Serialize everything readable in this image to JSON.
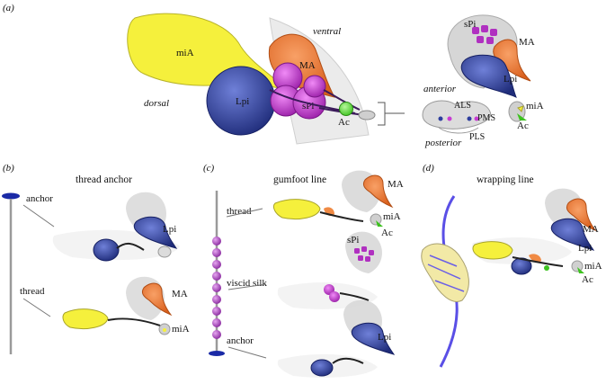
{
  "panel_a": {
    "letter": "(a)",
    "dorsal": "dorsal",
    "ventral": "ventral",
    "miA": "miA",
    "MA": "MA",
    "Lpi": "Lpi",
    "sPi": "sPi",
    "Ac": "Ac",
    "inset": {
      "sPi": "sPi",
      "MA": "MA",
      "Lpi": "Lpi",
      "anterior": "anterior",
      "posterior": "posterior",
      "ALS": "ALS",
      "PMS": "PMS",
      "PLS": "PLS",
      "miA": "miA",
      "Ac": "Ac"
    },
    "colors": {
      "miA": "#f5f03c",
      "Lpi": "#2d3e9e",
      "MA": "#f07a2e",
      "sPi": "#c83cd2",
      "Ac": "#5fe03c",
      "gland_grey": "#c9c9c9"
    }
  },
  "panel_b": {
    "letter": "(b)",
    "title": "thread anchor",
    "anchor": "anchor",
    "thread": "thread",
    "Lpi": "Lpi",
    "MA": "MA",
    "miA": "miA"
  },
  "panel_c": {
    "letter": "(c)",
    "title": "gumfoot line",
    "thread": "thread",
    "viscid_silk": "viscid silk",
    "anchor": "anchor",
    "MA": "MA",
    "miA": "miA",
    "Ac": "Ac",
    "sPi": "sPi",
    "Lpi": "Lpi"
  },
  "panel_d": {
    "letter": "(d)",
    "title": "wrapping line",
    "MA": "MA",
    "Lpi": "Lpi",
    "miA": "miA",
    "Ac": "Ac"
  }
}
